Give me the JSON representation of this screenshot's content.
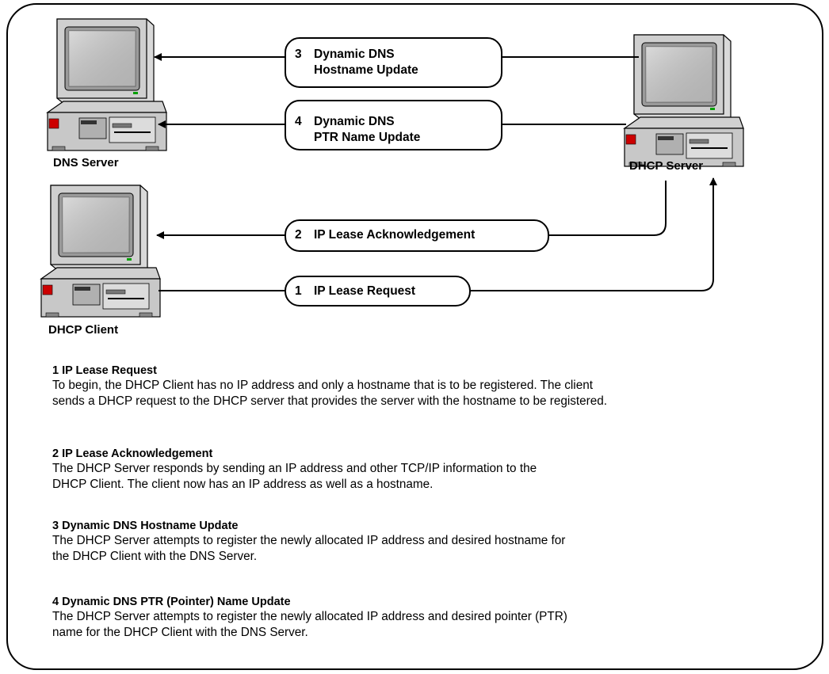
{
  "nodes": {
    "dns_server": "DNS Server",
    "dhcp_server": "DHCP Server",
    "dhcp_client": "DHCP Client"
  },
  "messages": [
    {
      "num": "3",
      "line1": "Dynamic DNS",
      "line2": "Hostname Update"
    },
    {
      "num": "4",
      "line1": "Dynamic DNS",
      "line2": "PTR Name Update"
    },
    {
      "num": "2",
      "line1": "IP Lease Acknowledgement"
    },
    {
      "num": "1",
      "line1": "IP Lease Request"
    }
  ],
  "steps": [
    {
      "title": "1  IP Lease Request",
      "text": "To begin, the DHCP Client has no IP address and only a hostname that is to be registered. The client\nsends a DHCP request to the DHCP server that provides the server with the hostname to be registered."
    },
    {
      "title": "2  IP Lease Acknowledgement",
      "text": "The DHCP Server responds by sending an IP address and other TCP/IP information to the\nDHCP Client. The client now has an IP address as well as a hostname."
    },
    {
      "title": "3  Dynamic DNS Hostname Update",
      "text": "The DHCP Server attempts to register the newly allocated IP address and desired hostname for\nthe DHCP Client with the DNS Server."
    },
    {
      "title": "4  Dynamic DNS PTR (Pointer) Name Update",
      "text": "The DHCP Server attempts to register the newly allocated IP address and desired pointer (PTR)\nname for the DHCP Client with the DNS Server."
    }
  ]
}
